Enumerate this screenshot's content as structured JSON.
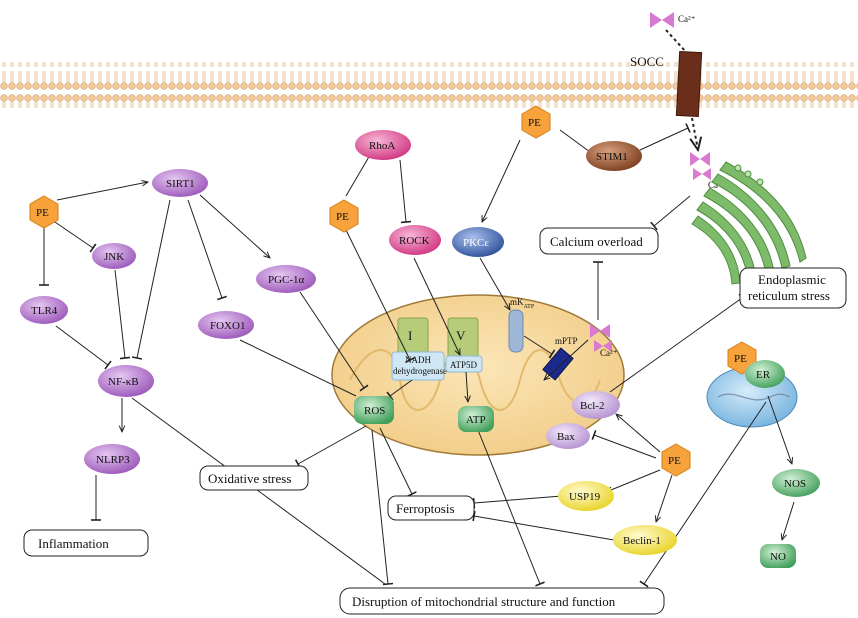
{
  "labels": {
    "socc": "SOCC",
    "ca_top": "Ca²⁺",
    "ca_mid": "Ca²⁺",
    "ca_low": "Ca²⁺",
    "mkatp": "mK",
    "mkatp_sub": "ATP",
    "mptp": "mPTP",
    "complex_i": "I",
    "complex_v": "V",
    "nadh_line1": "NADH",
    "nadh_line2": "dehydrogenase",
    "atp5d": "ATP5D"
  },
  "nodes": {
    "pe_left": "PE",
    "pe_rhoa": "PE",
    "pe_top": "PE",
    "pe_right": "PE",
    "pe_er": "PE",
    "sirt1": "SIRT1",
    "jnk": "JNK",
    "tlr4": "TLR4",
    "nfkb": "NF-κB",
    "nlrp3": "NLRP3",
    "pgc1a": "PGC-1α",
    "foxo1": "FOXO1",
    "rhoa": "RhoA",
    "rock": "ROCK",
    "stim1": "STIM1",
    "pkce": "PKCε",
    "ros": "ROS",
    "atp": "ATP",
    "bcl2": "Bcl-2",
    "bax": "Bax",
    "usp19": "USP19",
    "beclin1": "Beclin-1",
    "er": "ER",
    "nos": "NOS",
    "no": "NO"
  },
  "outcomes": {
    "inflammation": "Inflammation",
    "oxidative_stress": "Oxidative stress",
    "ferroptosis": "Ferroptosis",
    "calcium_overload": "Calcium overload",
    "er_stress_line1": "Endoplasmic",
    "er_stress_line2": "reticulum stress",
    "mito_disruption": "Disruption of  mitochondrial structure and function"
  },
  "colors": {
    "pe_orange": "#f7a23a",
    "purple_node": "#9b59b6",
    "magenta_node": "#d63c8c",
    "blue_node": "#2f5aa8",
    "brown_node": "#8b4a2b",
    "green_node": "#4caf6a",
    "yellow_node": "#f2e23b",
    "lilac_node": "#c7a7d8",
    "membrane": "#f3c89a",
    "mitochondria": "#f6d89c",
    "er_green": "#7dbb6a",
    "ca_pink": "#d87ad0"
  }
}
